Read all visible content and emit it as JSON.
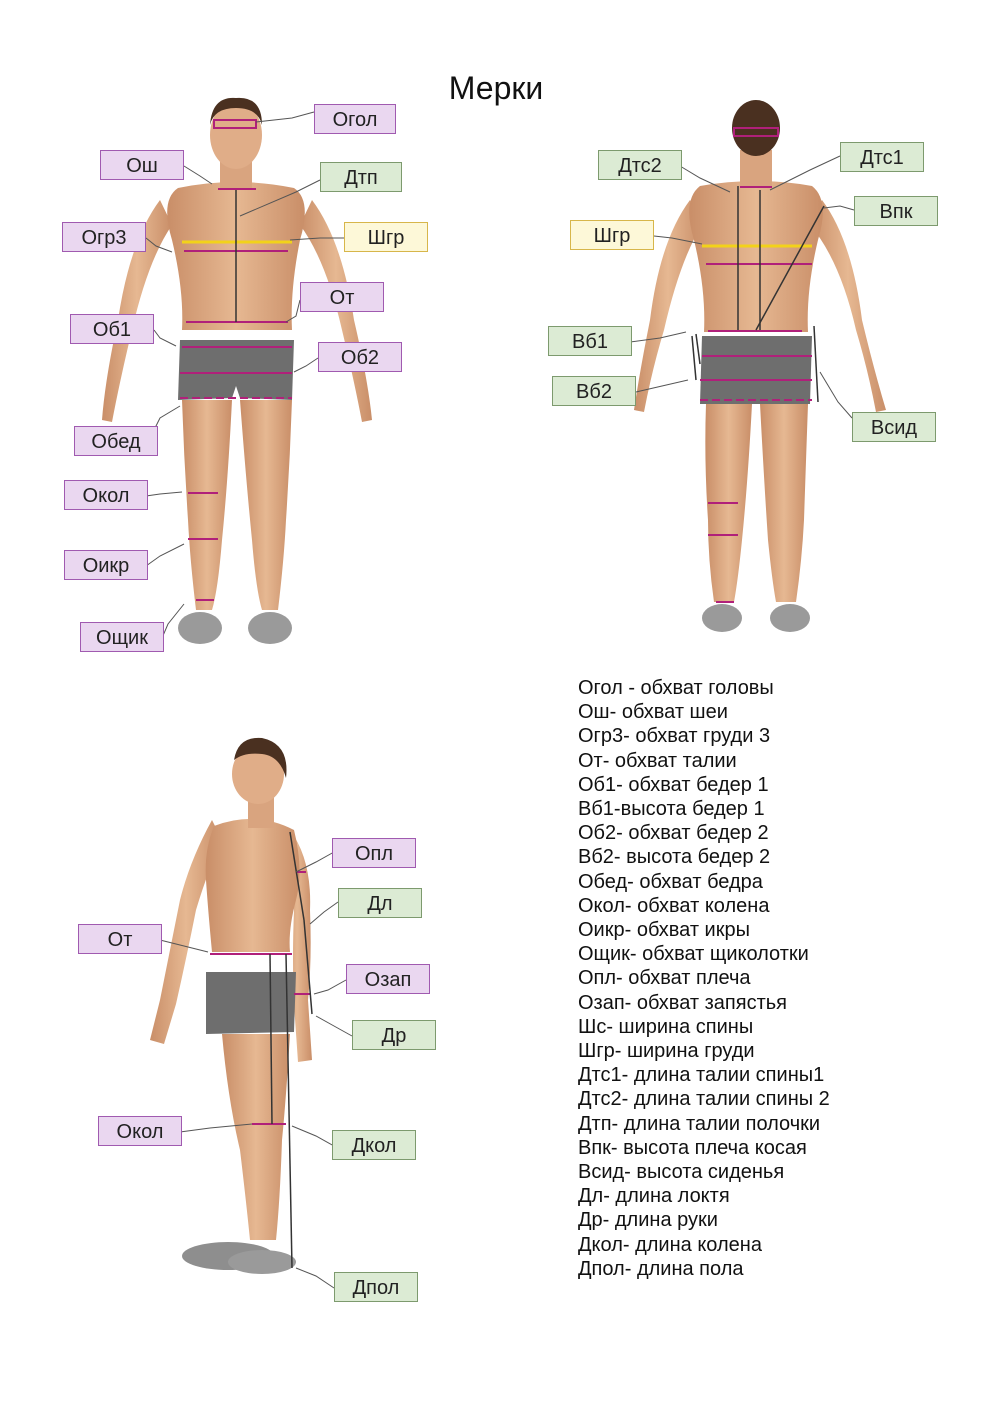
{
  "title": "Мерки",
  "colors": {
    "measure_line": "#b0207a",
    "arrow_line": "#333333",
    "yellow_line": "#f2d21a",
    "skin": "#e2b08a",
    "skin_dark": "#c98e68",
    "shorts": "#6e6e6e",
    "shoes": "#9a9a9a",
    "hair": "#4a3020"
  },
  "callouts": {
    "front": {
      "ogol": "Огол",
      "osh": "Ош",
      "dtp": "Дтп",
      "ogr3": "Огр3",
      "shgr": "Шгр",
      "ot": "От",
      "ob1": "Об1",
      "ob2": "Об2",
      "obed": "Обед",
      "okol": "Окол",
      "oikr": "Оикр",
      "oshchik": "Ощик"
    },
    "back": {
      "dts2": "Дтс2",
      "dts1": "Дтс1",
      "vpk": "Впк",
      "shgr": "Шгр",
      "vb1": "Вб1",
      "vb2": "Вб2",
      "vsid": "Всид"
    },
    "side": {
      "opl": "Опл",
      "dl": "Дл",
      "ot": "От",
      "ozap": "Озап",
      "dr": "Др",
      "okol": "Окол",
      "dkol": "Дкол",
      "dpol": "Дпол"
    }
  },
  "legend": [
    "Огол - обхват головы",
    "Ош- обхват шеи",
    "Огр3- обхват груди 3",
    "От- обхват талии",
    "Об1- обхват бедер 1",
    "Вб1-высота бедер 1",
    "Об2- обхват бедер 2",
    "Вб2- высота бедер 2",
    "Обед- обхват бедра",
    "Окол- обхват колена",
    "Оикр- обхват икры",
    "Ощик- обхват щиколотки",
    "Опл- обхват плеча",
    "Озап- обхват запястья",
    "Шс- ширина спины",
    "Шгр- ширина груди",
    "Дтс1- длина талии спины1",
    "Дтс2- длина талии спины 2",
    "Дтп- длина талии полочки",
    "Впк- высота плеча косая",
    "Всид- высота сиденья",
    "Дл- длина локтя",
    "Др- длина руки",
    "Дкол- длина колена",
    "Дпол- длина пола"
  ]
}
